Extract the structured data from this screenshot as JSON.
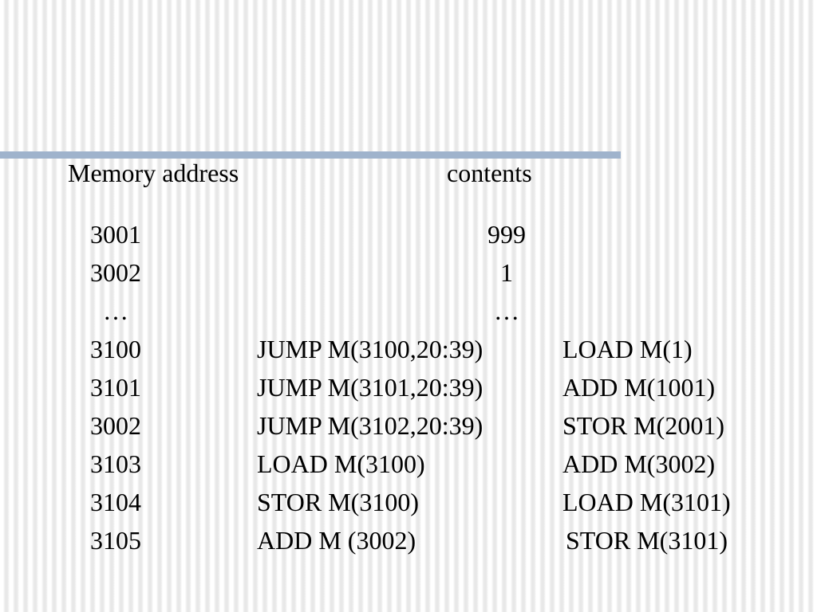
{
  "header": {
    "address_label": "Memory address",
    "contents_label": "contents"
  },
  "rows": [
    {
      "address": "3001",
      "contents": "999"
    },
    {
      "address": "3002",
      "contents": "1"
    },
    {
      "address": "…",
      "contents": "…"
    },
    {
      "address": "3100",
      "left_instruction": "JUMP M(3100,20:39)",
      "right_instruction": "LOAD M(1)"
    },
    {
      "address": "3101",
      "left_instruction": "JUMP M(3101,20:39)",
      "right_instruction": "ADD M(1001)"
    },
    {
      "address": "3002",
      "left_instruction": "JUMP M(3102,20:39)",
      "right_instruction": "STOR M(2001)"
    },
    {
      "address": "3103",
      "left_instruction": "LOAD M(3100)",
      "right_instruction": "ADD M(3002)"
    },
    {
      "address": "3104",
      "left_instruction": "STOR M(3100)",
      "right_instruction": "LOAD M(3101)"
    },
    {
      "address": "3105",
      "left_instruction": "ADD M (3002)",
      "right_instruction": "STOR M(3101)"
    }
  ]
}
